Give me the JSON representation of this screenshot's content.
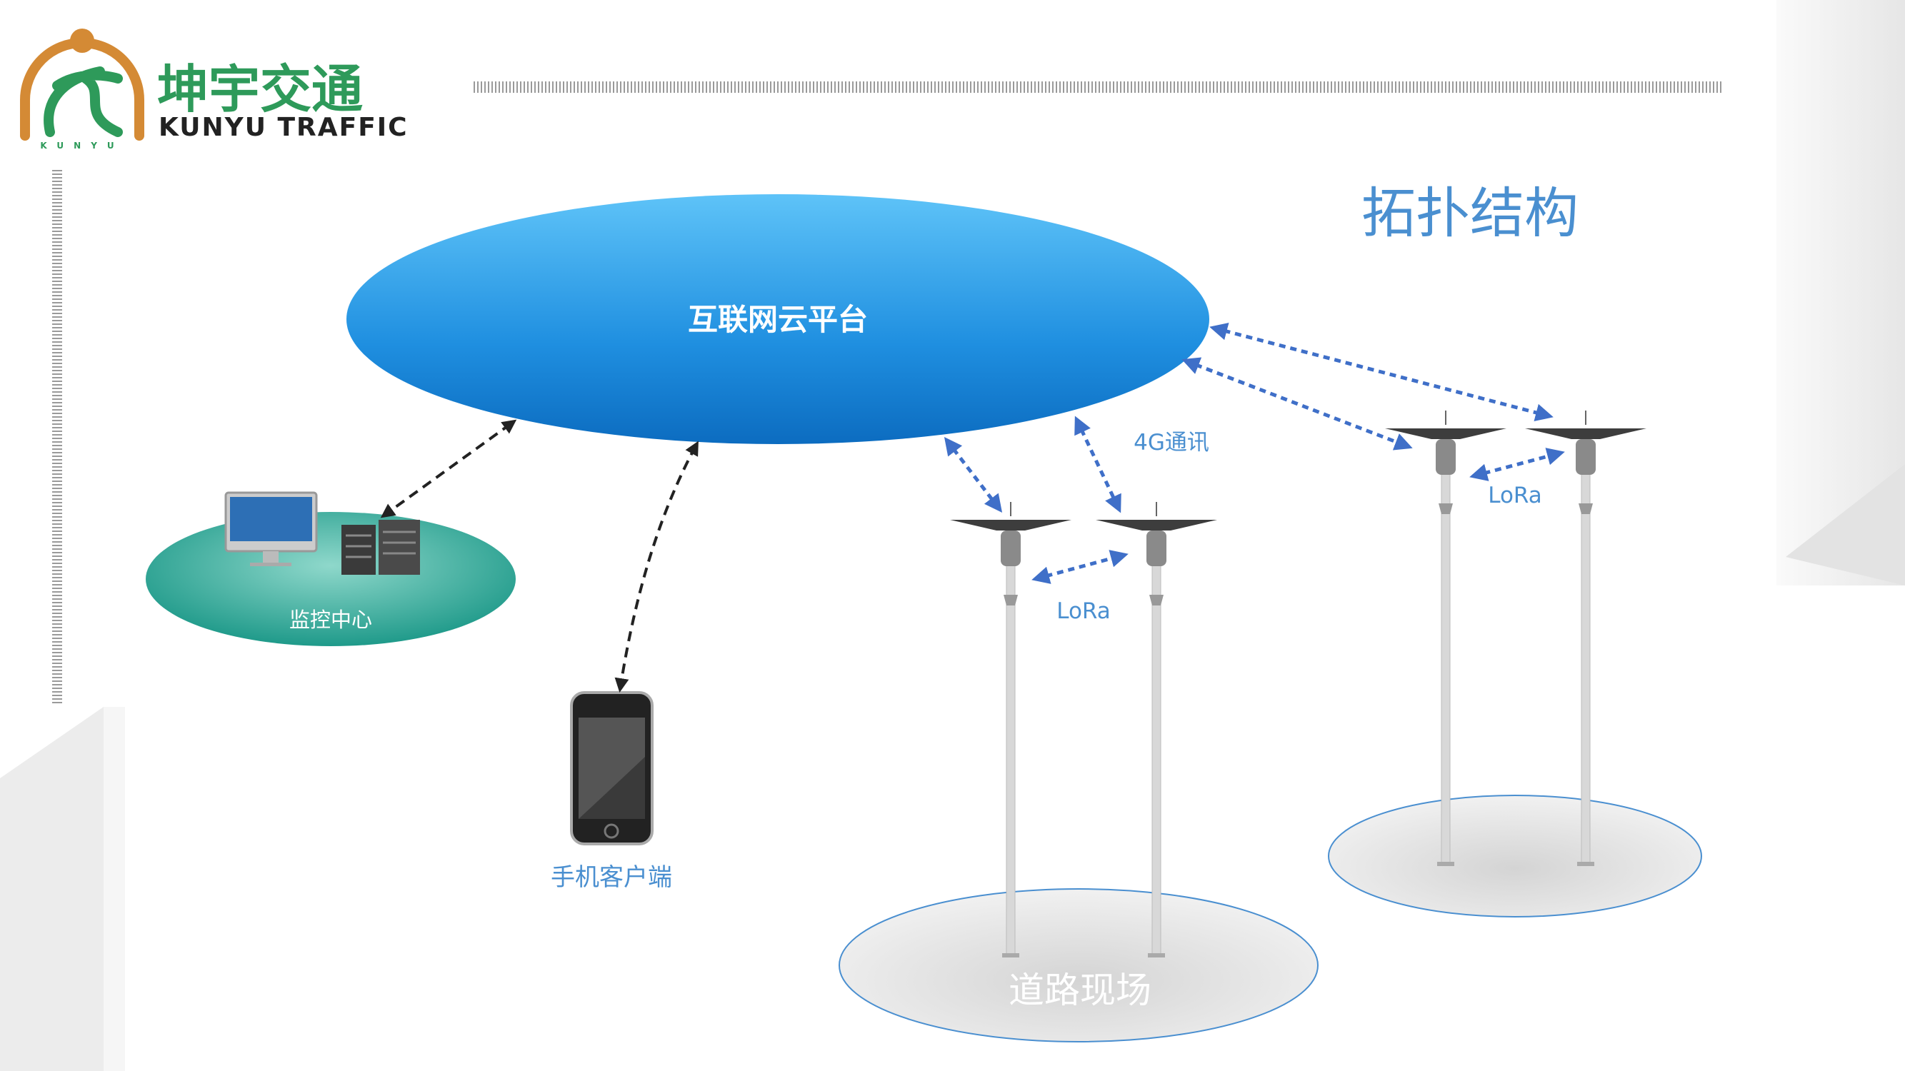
{
  "logo": {
    "cn": "坤宇交通",
    "en": "KUNYU TRAFFIC",
    "sub": "KUNYU"
  },
  "title": "拓扑结构",
  "nodes": {
    "cloud": "互联网云平台",
    "monitor": "监控中心",
    "phone": "手机客户端",
    "road": "道路现场"
  },
  "links": {
    "g4": "4G通讯",
    "lora_1": "LoRa",
    "lora_2": "LoRa"
  },
  "colors": {
    "accent": "#4a8fd0",
    "cloud": "#1f8fe0",
    "monitor": "#2aa596",
    "arrow": "#3f6fc8",
    "logo_green": "#2e9a5a",
    "logo_orange": "#d48a35"
  }
}
